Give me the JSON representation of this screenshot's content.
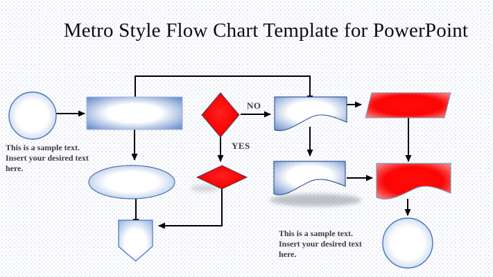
{
  "title": "Metro Style Flow Chart Template for PowerPoint",
  "labels": {
    "no": "NO",
    "yes": "YES"
  },
  "annotations": {
    "left_note": "This is a sample text.\nInsert your desired text\nhere.",
    "right_note": "This is a sample text.\nInsert your desired text\nhere."
  },
  "colors": {
    "blue_accent": "#4472C4",
    "red_accent": "#FF0000",
    "connector": "#000000",
    "note_text": "#3D3D3D",
    "background_dot": "#DBE2EE"
  },
  "flowchart": {
    "nodes": [
      {
        "id": "start-circle",
        "type": "circle",
        "color": "blue"
      },
      {
        "id": "process-rectangle",
        "type": "rectangle",
        "color": "blue"
      },
      {
        "id": "decision-diamond",
        "type": "diamond",
        "color": "red"
      },
      {
        "id": "document-top",
        "type": "document",
        "color": "blue"
      },
      {
        "id": "io-parallelogram",
        "type": "parallelogram",
        "color": "red"
      },
      {
        "id": "ellipse-process",
        "type": "ellipse",
        "color": "blue"
      },
      {
        "id": "decision-diamond-small",
        "type": "diamond",
        "color": "red"
      },
      {
        "id": "document-middle",
        "type": "document",
        "color": "blue"
      },
      {
        "id": "document-red",
        "type": "document",
        "color": "red"
      },
      {
        "id": "offpage-pentagon",
        "type": "pentagon",
        "color": "blue"
      },
      {
        "id": "end-circle",
        "type": "circle",
        "color": "blue"
      }
    ],
    "edges": [
      {
        "from": "start-circle",
        "to": "process-rectangle"
      },
      {
        "from": "process-rectangle",
        "to": "document-top"
      },
      {
        "from": "process-rectangle",
        "to": "ellipse-process"
      },
      {
        "from": "decision-diamond",
        "to": "document-top",
        "label": "NO"
      },
      {
        "from": "decision-diamond",
        "to": "decision-diamond-small",
        "label": "YES"
      },
      {
        "from": "document-top",
        "to": "document-middle"
      },
      {
        "from": "document-top",
        "to": "io-parallelogram"
      },
      {
        "from": "io-parallelogram",
        "to": "document-red"
      },
      {
        "from": "document-middle",
        "to": "document-red"
      },
      {
        "from": "document-red",
        "to": "end-circle"
      },
      {
        "from": "decision-diamond-small",
        "to": "offpage-pentagon"
      },
      {
        "from": "ellipse-process",
        "to": "offpage-pentagon"
      }
    ]
  }
}
